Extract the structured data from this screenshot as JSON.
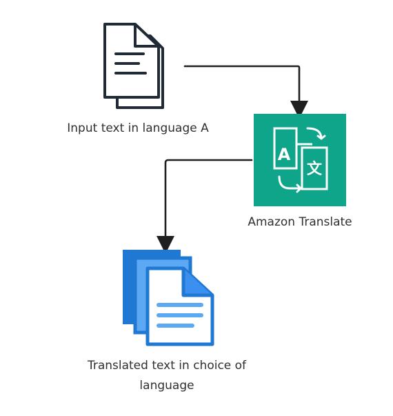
{
  "diagram": {
    "nodes": {
      "input": {
        "label": "Input text in language A",
        "icon": "document-icon"
      },
      "translate": {
        "label": "Amazon Translate",
        "icon": "amazon-translate-icon",
        "glyph_a": "A",
        "glyph_x": "文",
        "color": "#0ea58b"
      },
      "output": {
        "label": "Translated text in choice of language",
        "icon": "stacked-documents-icon",
        "color": "#1f78d1"
      }
    },
    "edges": [
      {
        "from": "input",
        "to": "translate"
      },
      {
        "from": "translate",
        "to": "output"
      }
    ]
  }
}
